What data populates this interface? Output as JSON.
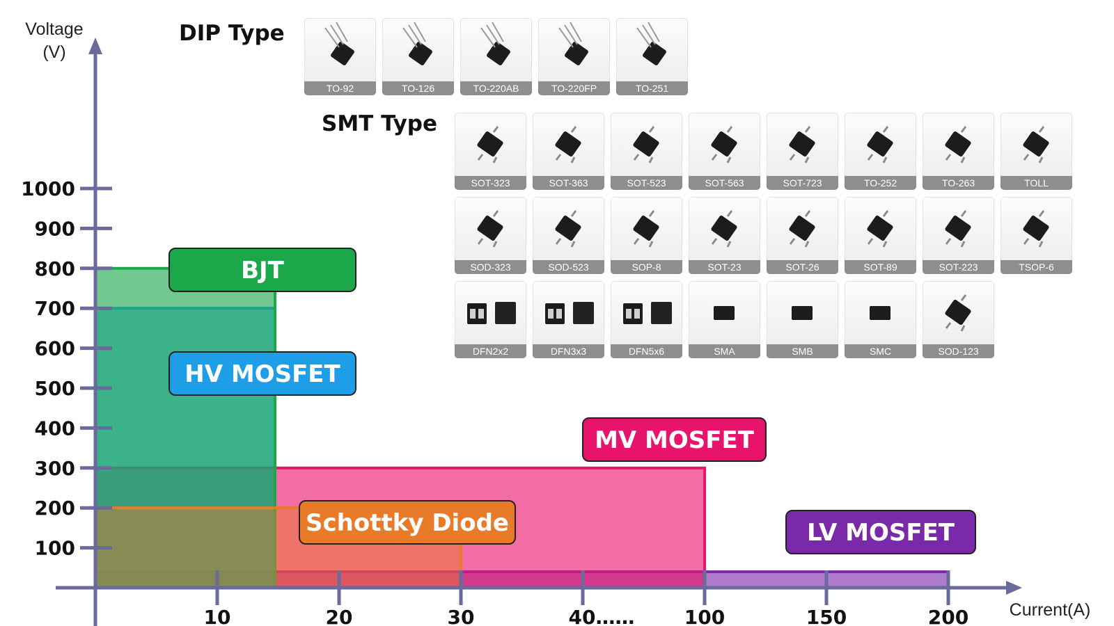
{
  "chart_data": {
    "type": "area",
    "title": "",
    "xlabel": "Current(A)",
    "ylabel_line1": "Voltage",
    "ylabel_line2": "(V)",
    "x_ticks": [
      "10",
      "20",
      "30",
      "40……",
      "100",
      "150",
      "200"
    ],
    "y_ticks": [
      100,
      200,
      300,
      400,
      500,
      600,
      700,
      800,
      900,
      1000
    ],
    "ylim": [
      0,
      1000
    ],
    "grid": false,
    "legend": "none",
    "series": [
      {
        "name": "LV MOSFET",
        "current_max": "200",
        "voltage_max": 40,
        "color": "#7a2aa8"
      },
      {
        "name": "MV MOSFET",
        "current_max": "100",
        "voltage_max": 300,
        "color": "#e8136a"
      },
      {
        "name": "HV MOSFET",
        "current_max": "15",
        "voltage_max": 700,
        "color": "#1f9ee8"
      },
      {
        "name": "BJT",
        "current_max": "15",
        "voltage_max": 800,
        "color": "#1aa84a"
      },
      {
        "name": "Schottky Diode",
        "current_max": "30",
        "voltage_max": 200,
        "color": "#e87a28"
      }
    ]
  },
  "package_sections": {
    "dip_title": "DIP Type",
    "smt_title": "SMT Type",
    "dip": [
      "TO-92",
      "TO-126",
      "TO-220AB",
      "TO-220FP",
      "TO-251"
    ],
    "smt_rows": [
      [
        "SOT-323",
        "SOT-363",
        "SOT-523",
        "SOT-563",
        "SOT-723",
        "TO-252",
        "TO-263",
        "TOLL"
      ],
      [
        "SOD-323",
        "SOD-523",
        "SOP-8",
        "SOT-23",
        "SOT-26",
        "SOT-89",
        "SOT-223",
        "TSOP-6"
      ],
      [
        "DFN2x2",
        "DFN3x3",
        "DFN5x6",
        "SMA",
        "SMB",
        "SMC",
        "SOD-123"
      ]
    ]
  }
}
